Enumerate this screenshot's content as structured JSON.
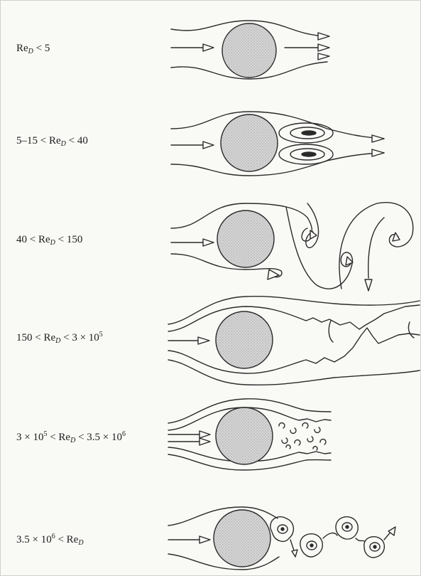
{
  "regimes": [
    {
      "id": "r1",
      "parts": [
        {
          "t": "Re"
        },
        {
          "t": "D",
          "sub": true
        },
        {
          "t": " < 5"
        }
      ]
    },
    {
      "id": "r2",
      "parts": [
        {
          "t": "5–15 < Re"
        },
        {
          "t": "D",
          "sub": true
        },
        {
          "t": " < 40"
        }
      ]
    },
    {
      "id": "r3",
      "parts": [
        {
          "t": "40 < Re"
        },
        {
          "t": "D",
          "sub": true
        },
        {
          "t": " < 150"
        }
      ]
    },
    {
      "id": "r4",
      "parts": [
        {
          "t": "150 < Re"
        },
        {
          "t": "D",
          "sub": true
        },
        {
          "t": " < 3 × 10"
        },
        {
          "t": "5",
          "sup": true
        }
      ]
    },
    {
      "id": "r5",
      "parts": [
        {
          "t": "3 × 10"
        },
        {
          "t": "5",
          "sup": true
        },
        {
          "t": " < Re"
        },
        {
          "t": "D",
          "sub": true
        },
        {
          "t": " < 3.5 × 10"
        },
        {
          "t": "6",
          "sup": true
        }
      ]
    },
    {
      "id": "r6",
      "parts": [
        {
          "t": "3.5 × 10"
        },
        {
          "t": "6",
          "sup": true
        },
        {
          "t": " < Re"
        },
        {
          "t": "D",
          "sub": true
        }
      ]
    }
  ],
  "colors": {
    "ink": "#2a2a2a",
    "cylinder_fill": "#cfcfcf",
    "background": "#f9f9f6"
  }
}
